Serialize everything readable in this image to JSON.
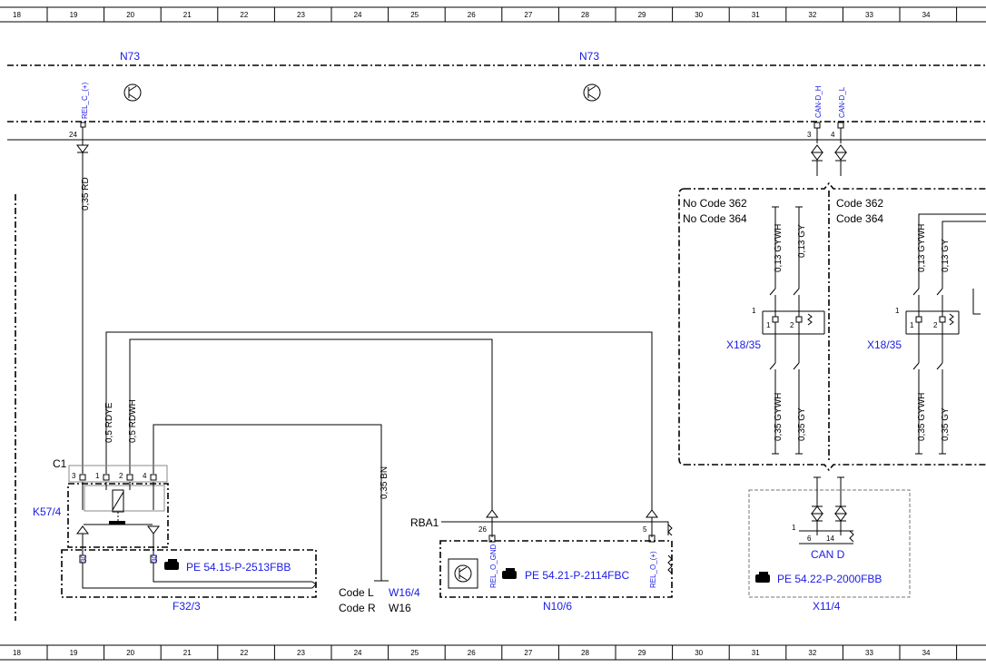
{
  "ruler": {
    "columns": [
      "18",
      "19",
      "20",
      "21",
      "22",
      "23",
      "24",
      "25",
      "26",
      "27",
      "28",
      "29",
      "30",
      "31",
      "32",
      "33",
      "34"
    ]
  },
  "modules": {
    "n73_left": "N73",
    "n73_right": "N73"
  },
  "pins": {
    "rel_c": "REL_C_(+)",
    "rel_c_num": "24",
    "can_h": "CAN-D_H",
    "can_h_num": "3",
    "can_l": "CAN-D_L",
    "can_l_num": "4",
    "rel_o_gnd": "REL_O_GND",
    "rel_o_gnd_num": "26",
    "rel_o_plus": "REL_O_(+)",
    "rel_o_plus_num": "5"
  },
  "wires": {
    "w_035rd": "0,35 RD",
    "w_05rdye": "0,5 RDYE",
    "w_05rdwh": "0,5 RDWH",
    "w_035bn": "0,35 BN",
    "w_013gywh_a": "0,13 GYWH",
    "w_013gy_a": "0,13 GY",
    "w_035gywh_a": "0,35 GYWH",
    "w_035gy_a": "0,35 GY",
    "w_013gywh_b": "0,13 GYWH",
    "w_013gy_b": "0,13 GY",
    "w_035gywh_b": "0,35 GYWH",
    "w_035gy_b": "0,35 GY"
  },
  "codes": {
    "no_code_362": "No Code 362",
    "no_code_364": "No Code 364",
    "code_362": "Code 362",
    "code_364": "Code 364",
    "code_l": "Code L",
    "code_r": "Code R",
    "w16_4": "W16/4",
    "w16": "W16"
  },
  "components": {
    "c1": "C1",
    "c1_pins": [
      "3",
      "1",
      "2",
      "4"
    ],
    "k57_4": "K57/4",
    "pin_30": "30",
    "pin_30b": "30",
    "f32_3": "F32/3",
    "ref_f32": "PE 54.15-P-2513FBB",
    "rba1": "RBA1",
    "n10_6": "N10/6",
    "ref_n10": "PE 54.21-P-2114FBC",
    "x18_35_a": "X18/35",
    "x18_35_b": "X18/35",
    "x18_pin1_a": "1",
    "x18_pin1_b": "1",
    "x18_sub_a": [
      "1",
      "2"
    ],
    "x18_sub_b": [
      "1",
      "2"
    ],
    "can_d": "CAN D",
    "x11_pin1": "1",
    "x11_sub": [
      "6",
      "14"
    ],
    "ref_x11": "PE 54.22-P-2000FBB",
    "x11_4": "X11/4"
  }
}
